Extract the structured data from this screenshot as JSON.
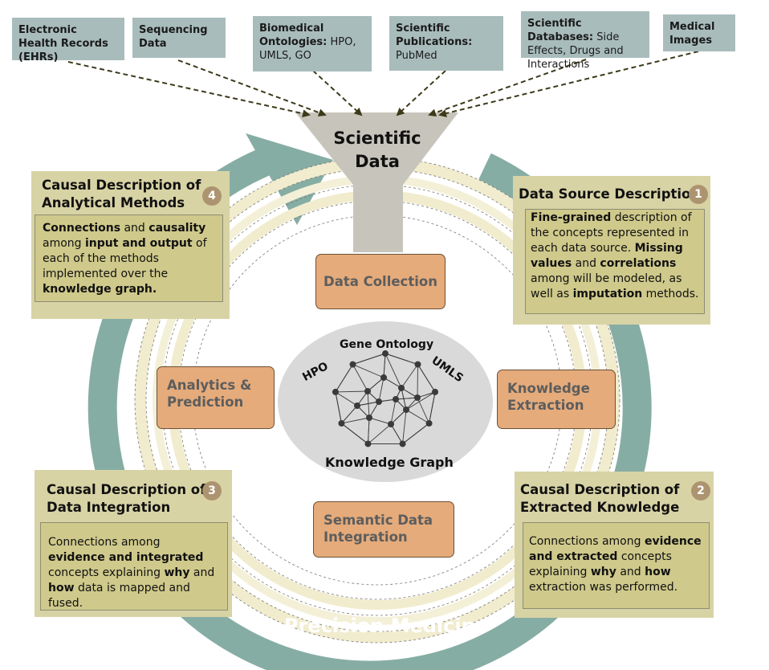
{
  "sources": [
    {
      "bold": "Electronic Health Records (EHRs)",
      "rest": ""
    },
    {
      "bold": "Sequencing Data",
      "rest": ""
    },
    {
      "bold": "Biomedical Ontologies:",
      "rest": " HPO, UMLS, GO"
    },
    {
      "bold": "Scientific Publications:",
      "rest": " PubMed"
    },
    {
      "bold": "Scientific Databases:",
      "rest": " Side Effects, Drugs and Interactions"
    },
    {
      "bold": "Medical Images",
      "rest": ""
    }
  ],
  "funnel_label": [
    "Scientific",
    "Data"
  ],
  "stages": {
    "data_collection": "Data Collection",
    "knowledge_extraction": "Knowledge Extraction",
    "semantic_integration": "Semantic Data Integration",
    "analytics": "Analytics & Prediction"
  },
  "knowledge_graph": {
    "title": "Knowledge Graph",
    "gene_ontology": "Gene Ontology",
    "hpo": "HPO",
    "umls": "UMLS"
  },
  "cycle_label": "Precision Medicine",
  "panels": {
    "p1": {
      "title": "Data Source Description",
      "number": "1",
      "body": [
        {
          "b": "Fine-grained"
        },
        {
          "t": " description of the concepts represented in each data source. "
        },
        {
          "b": "Missing values"
        },
        {
          "t": " and "
        },
        {
          "b": "correlations"
        },
        {
          "t": " among will be modeled, as well as "
        },
        {
          "b": "imputation"
        },
        {
          "t": " methods."
        }
      ]
    },
    "p2": {
      "title": "Causal Description of Extracted Knowledge",
      "number": "2",
      "body": [
        {
          "t": "Connections among "
        },
        {
          "b": "evidence and extracted"
        },
        {
          "t": " concepts explaining "
        },
        {
          "b": "why"
        },
        {
          "t": " and "
        },
        {
          "b": "how"
        },
        {
          "t": " extraction was performed."
        }
      ]
    },
    "p3": {
      "title": "Causal Description of Data Integration",
      "number": "3",
      "body": [
        {
          "t": "Connections among "
        },
        {
          "b": "evidence and integrated"
        },
        {
          "t": " concepts explaining "
        },
        {
          "b": "why"
        },
        {
          "t": " and "
        },
        {
          "b": "how"
        },
        {
          "t": " data is mapped and fused."
        }
      ]
    },
    "p4": {
      "title": "Causal Description of Analytical Methods",
      "number": "4",
      "body": [
        {
          "b": "Connections"
        },
        {
          "t": " and "
        },
        {
          "b": "causality"
        },
        {
          "t": " among "
        },
        {
          "b": "input and output"
        },
        {
          "t": " of each of the methods implemented over the "
        },
        {
          "b": "knowledge graph."
        }
      ]
    }
  },
  "colors": {
    "cycle": "#86ada4",
    "source_box": "#a9bcbc",
    "funnel": "#c7c5bb",
    "stage": "#e5ab7b",
    "panel": "#d8d3a5",
    "panel_inner": "#cfc98b",
    "number_badge": "#ad9471",
    "kg_ellipse": "#d9d9d9"
  }
}
